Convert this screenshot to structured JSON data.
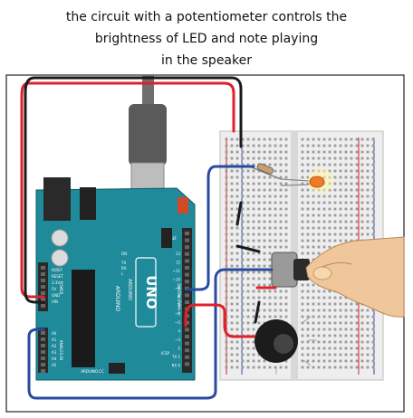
{
  "caption": {
    "line1": "the circuit with a potentiometer controls the",
    "line2": "brightness of LED and note playing",
    "line3": "in the speaker"
  },
  "board": {
    "name": "UNO",
    "brand": "ARDUINO",
    "brand_vertical": "ARDUINO",
    "ioref_label": "IOREF",
    "reset_label": "RESET",
    "v33_label": "3.3V",
    "v5_label": "5V",
    "gnd_label": "GND",
    "vin_label": "VIN",
    "power_label": "POWER",
    "analog_label": "ANALOG IN",
    "analog_pins": [
      "A0",
      "A1",
      "A2",
      "A3",
      "A4",
      "A5"
    ],
    "digital_label": "DIGITAL (PWM~)",
    "digital_pins": [
      "13",
      "12",
      "~11",
      "~10",
      "~9",
      "8",
      "7",
      "~6",
      "~5",
      "4",
      "~3",
      "2",
      "TX 1",
      "RX 0"
    ],
    "aref_label": "AREF",
    "on_label": "ON",
    "tx_label": "TX",
    "rx_label": "RX",
    "l_label": "L",
    "icsp_label": "ICSP",
    "arduino_cc": "ARDUINO.CC"
  },
  "colors": {
    "red_wire": "#e0202a",
    "blue_wire": "#2a4aa0",
    "black_wire": "#1a1a1a",
    "board": "#1f8a9a",
    "breadboard": "#eeeeee",
    "skin": "#f0c79a"
  }
}
